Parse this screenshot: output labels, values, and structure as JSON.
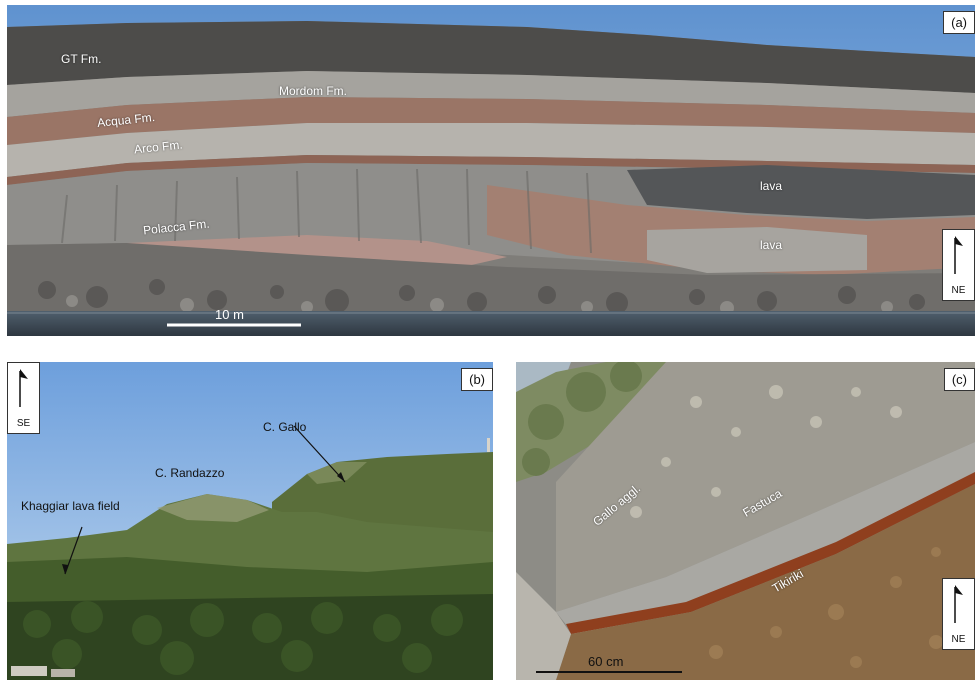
{
  "panels": {
    "a": {
      "label": "(a)",
      "north": "NE",
      "scale": "10 m",
      "annotations": {
        "gt": "GT Fm.",
        "mordom": "Mordom Fm.",
        "acqua": "Acqua Fm.",
        "arco": "Arco Fm.",
        "polacca": "Polacca Fm.",
        "lava_upper": "lava",
        "lava_lower": "lava"
      }
    },
    "b": {
      "label": "(b)",
      "north": "SE",
      "annotations": {
        "gallo": "C. Gallo",
        "randazzo": "C. Randazzo",
        "khaggiar": "Khaggiar lava field"
      }
    },
    "c": {
      "label": "(c)",
      "north": "NE",
      "scale": "60 cm",
      "annotations": {
        "gallo_aggl": "Gallo aggl.",
        "fastuca": "Fastuca",
        "tikiriki": "Tikiriki"
      }
    }
  },
  "colors": {
    "sky": "#6a9ed8",
    "cliff_grey": "#8c8a86",
    "cliff_red": "#a07a6a",
    "sea": "#3d4650",
    "vegetation": "#3f5a2a",
    "soil_brown": "#8a5a30"
  },
  "icons": {
    "north_arrow": "north-arrow-icon"
  }
}
